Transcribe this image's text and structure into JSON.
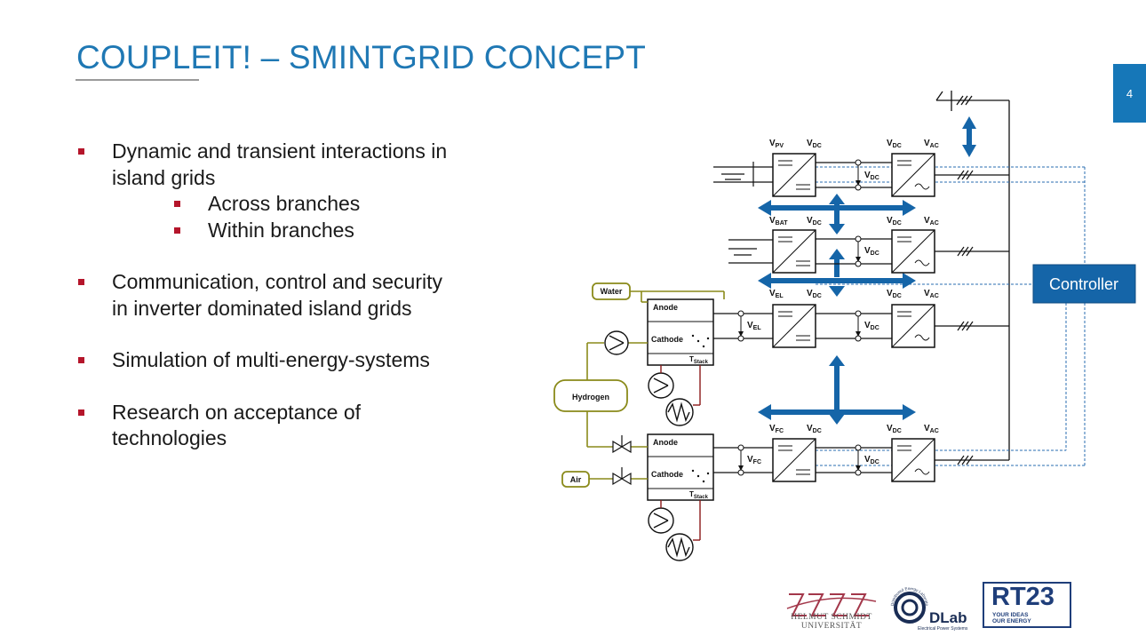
{
  "slide": {
    "title": "COUPLEIT! – SMINTGRID CONCEPT",
    "page_number": "4"
  },
  "bullets": [
    {
      "text": "Dynamic and transient interactions in island grids",
      "sub": [
        "Across branches",
        "Within branches"
      ]
    },
    {
      "text": "Communication, control and security in inverter dominated island grids",
      "sub": []
    },
    {
      "text": "Simulation of multi-energy-systems",
      "sub": []
    },
    {
      "text": "Research on acceptance of technologies",
      "sub": []
    }
  ],
  "diagram": {
    "controller_label": "Controller",
    "water_label": "Water",
    "hydrogen_label": "Hydrogen",
    "air_label": "Air",
    "anode_label": "Anode",
    "cathode_label": "Cathode",
    "tstack_label": "T",
    "tstack_sub": "Stack",
    "row_pv": {
      "v_in": "V",
      "v_in_sub": "PV",
      "v_out": "V",
      "v_out_sub": "DC"
    },
    "row_bat": {
      "v_in": "V",
      "v_in_sub": "BAT",
      "v_out": "V",
      "v_out_sub": "DC"
    },
    "row_el": {
      "v_in": "V",
      "v_in_sub": "EL",
      "v_out": "V",
      "v_out_sub": "DC",
      "side": "V",
      "side_sub": "EL"
    },
    "row_fc": {
      "v_in": "V",
      "v_in_sub": "FC",
      "v_out": "V",
      "v_out_sub": "DC",
      "side": "V",
      "side_sub": "FC"
    },
    "inv": {
      "v_in": "V",
      "v_in_sub": "DC",
      "v_out": "V",
      "v_out_sub": "AC"
    },
    "vdc": {
      "v": "V",
      "sub": "DC"
    },
    "colors": {
      "accent_blue": "#1565a8",
      "olive": "#8a8a1a",
      "dark_red": "#8b1a1a",
      "dashed_blue": "#2a6db0"
    }
  },
  "logos": {
    "hsu_line1": "HELMUT SCHMIDT",
    "hsu_line2": "UNIVERSITÄT",
    "dlab": "DLab",
    "dlab_sub": "Electrical Power Systems",
    "dlab_ring": "Distributed Energy Laboratory",
    "rt23": "RT23",
    "rt23_sub1": "YOUR IDEAS",
    "rt23_sub2": "OUR ENERGY"
  }
}
